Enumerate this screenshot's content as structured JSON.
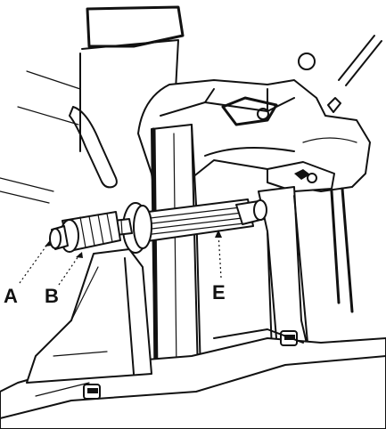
{
  "callouts": [
    {
      "id": "A",
      "label": "A"
    },
    {
      "id": "B",
      "label": "B"
    },
    {
      "id": "E",
      "label": "E"
    }
  ]
}
